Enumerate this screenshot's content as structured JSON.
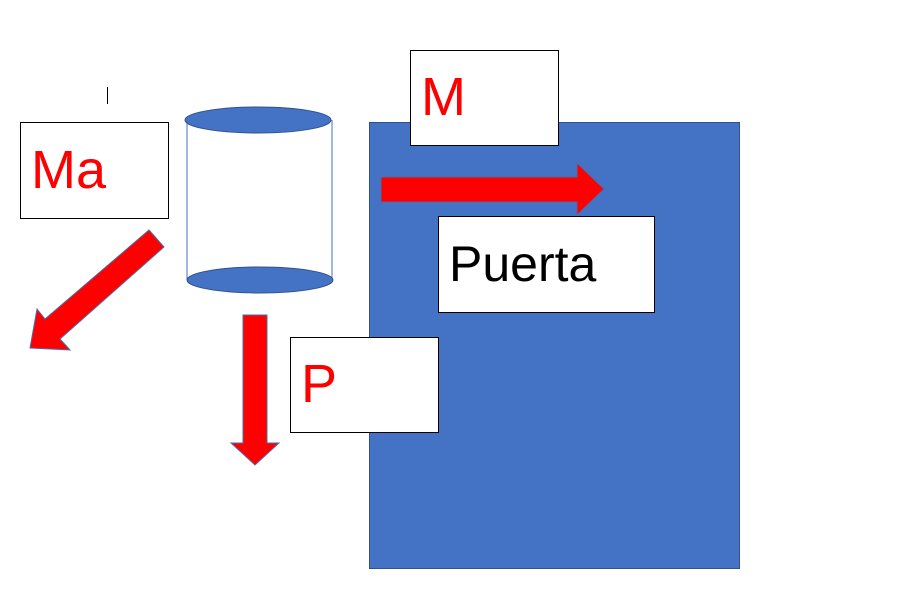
{
  "colors": {
    "door_fill": "#4472c4",
    "door_border": "#2f528f",
    "arrow_fill": "#ff0000",
    "arrow_border": "#4a6da8",
    "cylinder_fill": "#4472c4",
    "cylinder_border": "#2f528f",
    "label_red": "#ff0000",
    "label_black": "#000000"
  },
  "labels": {
    "ma": "Ma",
    "m": "M",
    "puerta": "Puerta",
    "p": "P"
  },
  "arrows": {
    "right_direction": "right",
    "down_direction": "down",
    "down_left_direction": "down-left"
  },
  "shapes": {
    "cylinder": "cylinder",
    "door": "rectangle"
  }
}
